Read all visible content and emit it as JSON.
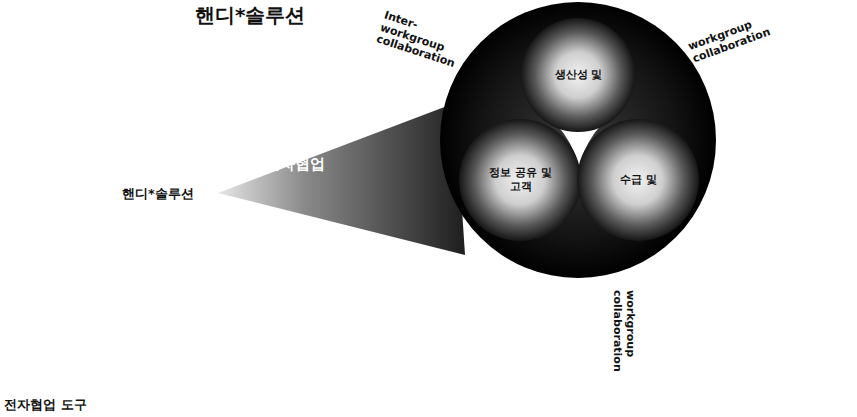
{
  "diagram": {
    "title": "핸디*솔루션",
    "nodes": [
      {
        "text": [
          "전자협업"
        ]
      },
      {
        "text": [
          "생산성 및"
        ]
      },
      {
        "text": [
          "정보 공유 및 고객"
        ]
      },
      {
        "text": [
          "수급 및"
        ]
      }
    ],
    "labels": [
      "핸디*솔루션",
      "Inter-workgroup collaboration",
      "workgroup collaboration",
      "workgroup collaboration",
      "전자협업 도구"
    ]
  }
}
